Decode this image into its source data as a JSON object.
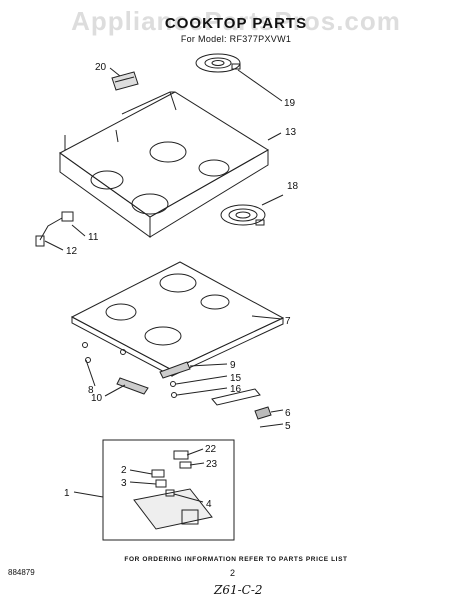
{
  "header": {
    "watermark": "AppliancePartsPros.com",
    "title": "COOKTOP PARTS",
    "subtitle": "For Model: RF377PXVW1"
  },
  "callouts": [
    {
      "id": "20",
      "label": "20"
    },
    {
      "id": "19",
      "label": "19"
    },
    {
      "id": "13",
      "label": "13"
    },
    {
      "id": "18",
      "label": "18"
    },
    {
      "id": "11",
      "label": "11"
    },
    {
      "id": "12",
      "label": "12"
    },
    {
      "id": "7",
      "label": "7"
    },
    {
      "id": "9",
      "label": "9"
    },
    {
      "id": "15",
      "label": "15"
    },
    {
      "id": "16",
      "label": "16"
    },
    {
      "id": "8",
      "label": "8"
    },
    {
      "id": "10",
      "label": "10"
    },
    {
      "id": "6",
      "label": "6"
    },
    {
      "id": "5",
      "label": "5"
    },
    {
      "id": "22",
      "label": "22"
    },
    {
      "id": "23",
      "label": "23"
    },
    {
      "id": "2",
      "label": "2"
    },
    {
      "id": "3",
      "label": "3"
    },
    {
      "id": "4",
      "label": "4"
    },
    {
      "id": "1",
      "label": "1"
    }
  ],
  "footer": {
    "ordering_note": "FOR ORDERING INFORMATION REFER TO PARTS PRICE LIST",
    "doc_number": "884879",
    "page_number": "2",
    "handwritten_code": "Z61-C-2"
  }
}
